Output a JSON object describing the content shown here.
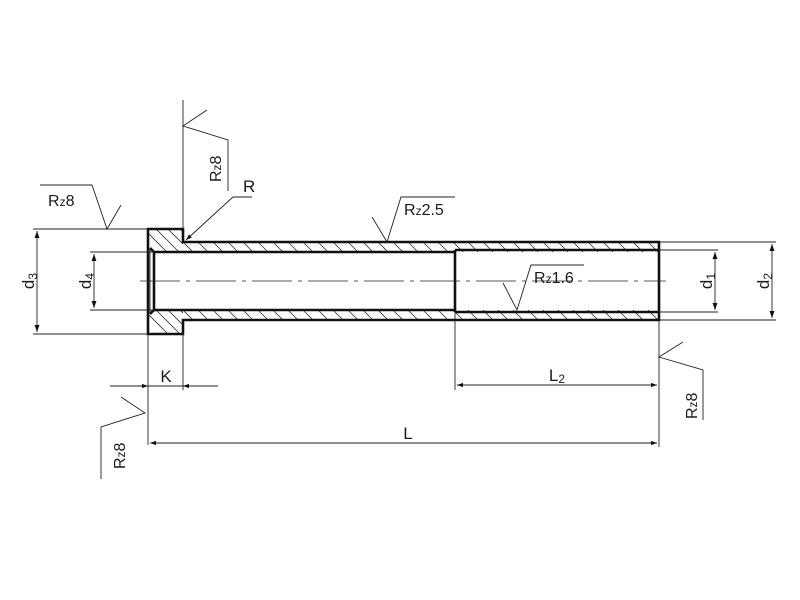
{
  "drawing": {
    "title": "Bushing / sleeve technical drawing",
    "dimensions": {
      "d1": "d1",
      "d2": "d2",
      "d3": "d3",
      "d4": "d4",
      "K": "K",
      "L": "L",
      "L2": "L2",
      "R": "R"
    },
    "dimension_labels": {
      "d1_base": "d",
      "d1_sub": "1",
      "d2_base": "d",
      "d2_sub": "2",
      "d3_base": "d",
      "d3_sub": "3",
      "d4_base": "d",
      "d4_sub": "4",
      "L2_base": "L",
      "L2_sub": "2",
      "K": "K",
      "L": "L",
      "R": "R"
    },
    "surface_finish": {
      "flange_outer": "Rz8",
      "flange_shoulder": "Rz8",
      "outer_diameter": "Rz2.5",
      "bore_d1": "Rz1.6",
      "right_end_face": "Rz8",
      "left_end_face": "Rz8"
    },
    "finish_labels": {
      "rz_R": "R",
      "rz_z": "z",
      "v8": "8",
      "v25": "2.5",
      "v16": "1.6"
    }
  }
}
